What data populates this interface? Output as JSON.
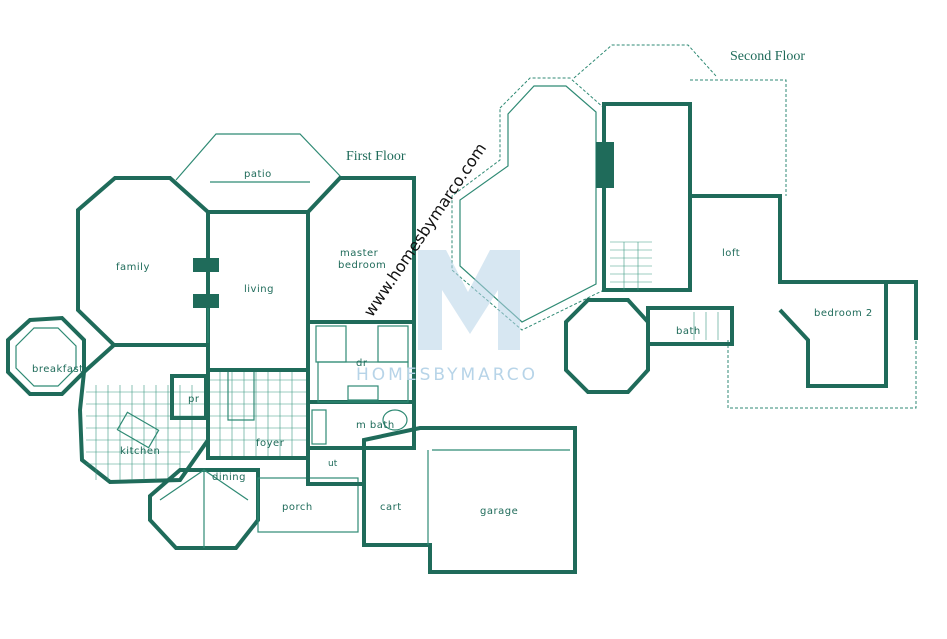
{
  "floor_titles": {
    "first": "First Floor",
    "second": "Second Floor"
  },
  "rooms_first": {
    "patio": "patio",
    "family": "family",
    "living": "living",
    "master_bedroom_1": "master",
    "master_bedroom_2": "bedroom",
    "breakfast": "breakfast",
    "pr": "pr",
    "dr": "dr",
    "m_bath": "m bath",
    "foyer": "foyer",
    "kitchen": "kitchen",
    "dining": "dining",
    "ut": "ut",
    "porch": "porch",
    "cart": "cart",
    "garage": "garage"
  },
  "rooms_second": {
    "loft": "loft",
    "bath": "bath",
    "bedroom_2": "bedroom 2"
  },
  "watermark": {
    "url": "www.homesbymarco.com",
    "brand": "HOMESBYMARCO"
  },
  "colors": {
    "ink": "#1f6b5a",
    "watermark_blue": "#b7d4e8"
  }
}
